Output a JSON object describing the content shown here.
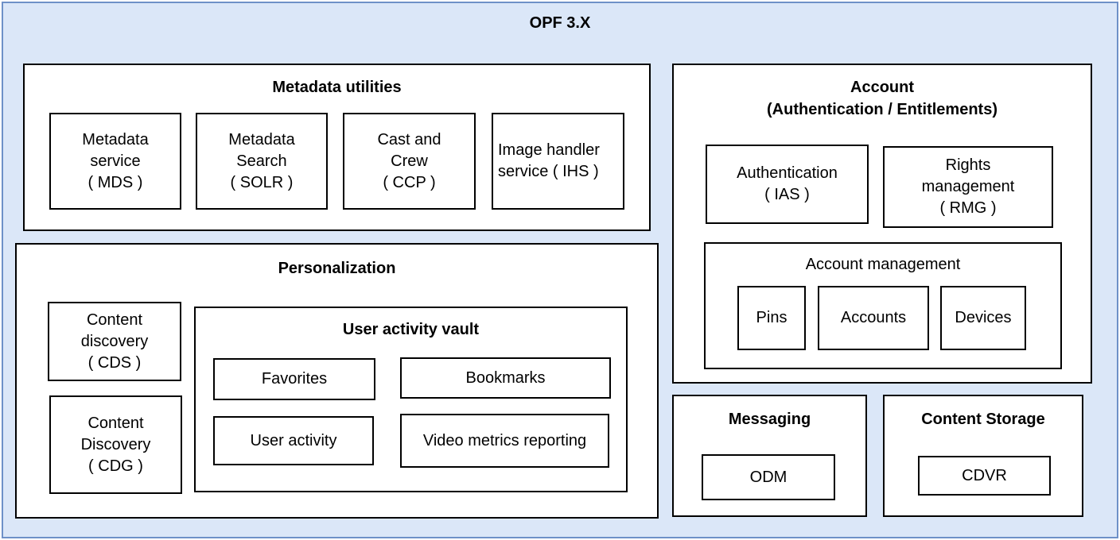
{
  "title": "OPF 3.X",
  "colors": {
    "frame_background": "#dbe7f8",
    "frame_border": "#6e91c8",
    "box_background": "#ffffff",
    "box_border": "#000000",
    "text": "#000000"
  },
  "sections": {
    "metadata_utilities": {
      "title": "Metadata utilities",
      "items": [
        {
          "label": "Metadata\nservice\n( MDS )"
        },
        {
          "label": "Metadata\nSearch\n( SOLR )"
        },
        {
          "label": "Cast and\nCrew\n( CCP )"
        },
        {
          "label": "Image handler\nservice ( IHS )"
        }
      ]
    },
    "personalization": {
      "title": "Personalization",
      "items": [
        {
          "label": "Content\ndiscovery\n( CDS )"
        },
        {
          "label": "Content\nDiscovery\n( CDG )"
        }
      ],
      "user_activity_vault": {
        "title": "User activity vault",
        "items": [
          {
            "label": "Favorites"
          },
          {
            "label": "Bookmarks"
          },
          {
            "label": "User activity"
          },
          {
            "label": "Video metrics reporting"
          }
        ]
      }
    },
    "account": {
      "title": "Account\n(Authentication / Entitlements)",
      "items": [
        {
          "label": "Authentication\n( IAS )"
        },
        {
          "label": "Rights\nmanagement\n( RMG )"
        }
      ],
      "account_management": {
        "title": "Account management",
        "items": [
          {
            "label": "Pins"
          },
          {
            "label": "Accounts"
          },
          {
            "label": "Devices"
          }
        ]
      }
    },
    "messaging": {
      "title": "Messaging",
      "items": [
        {
          "label": "ODM"
        }
      ]
    },
    "content_storage": {
      "title": "Content Storage",
      "items": [
        {
          "label": "CDVR"
        }
      ]
    }
  }
}
